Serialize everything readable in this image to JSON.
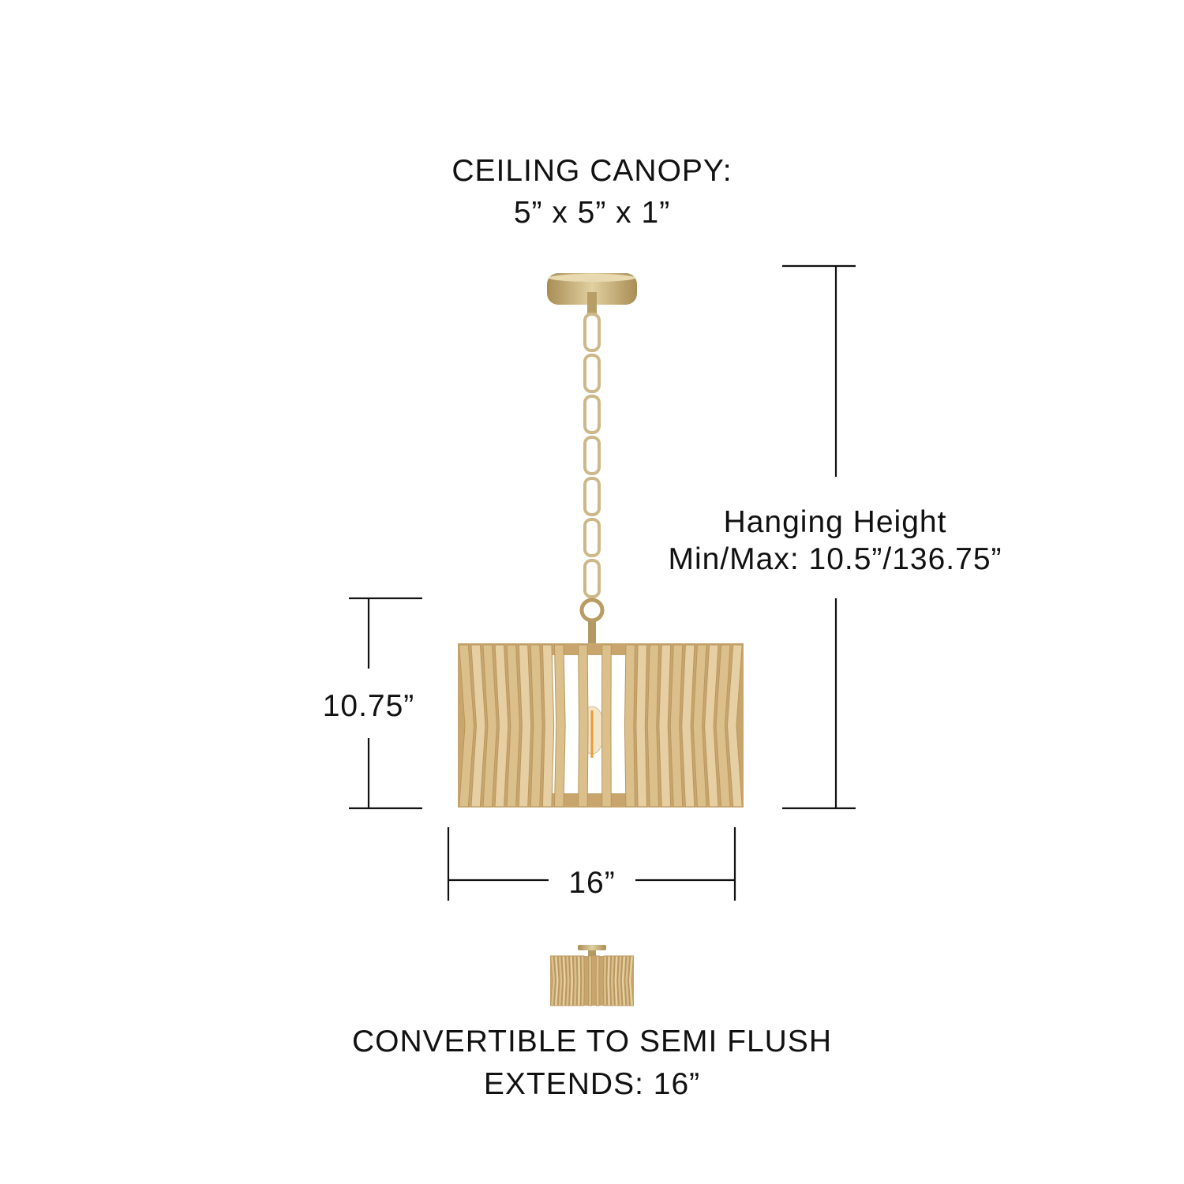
{
  "canopy": {
    "line1": "CEILING CANOPY:",
    "line2": "5” x 5” x 1”"
  },
  "hanging_height": {
    "line1": "Hanging Height",
    "line2": "Min/Max: 10.5”/136.75”"
  },
  "height_label": "10.75”",
  "width_label": "16”",
  "semi_flush": {
    "line1": "CONVERTIBLE TO SEMI FLUSH",
    "line2": "EXTENDS: 16”"
  },
  "colors": {
    "wood_light": "#e6cfa2",
    "wood_dark": "#b8975f",
    "brass": "#c9b27c",
    "line": "#111111"
  }
}
